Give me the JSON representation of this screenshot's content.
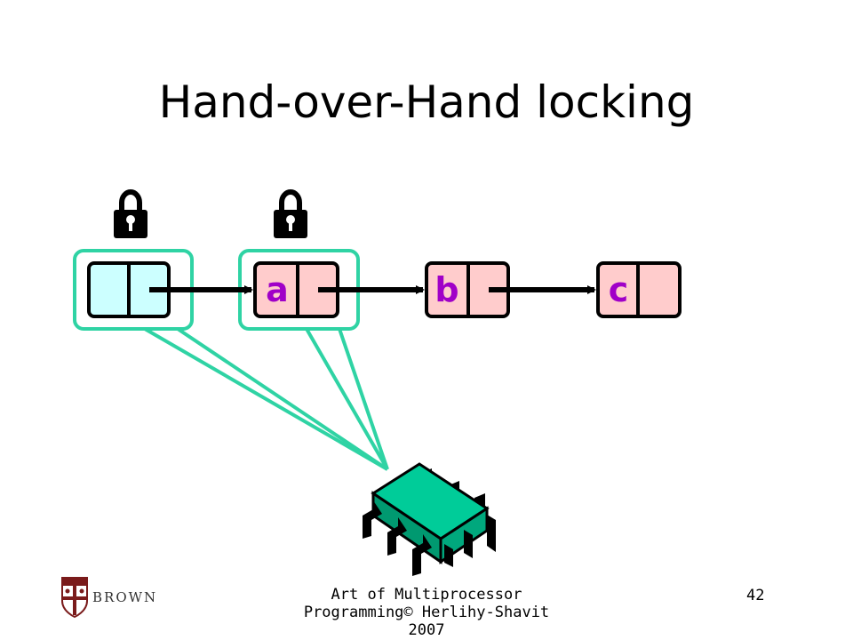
{
  "slide": {
    "title": "Hand-over-Hand locking",
    "footer_text": "Art of Multiprocessor Programming© Herlihy-Shavit 2007",
    "page_number": "42",
    "logo_text": "BROWN"
  },
  "list": {
    "nodes": [
      {
        "label": "",
        "role": "sentinel-head"
      },
      {
        "label": "a",
        "role": "node"
      },
      {
        "label": "b",
        "role": "node"
      },
      {
        "label": "c",
        "role": "node"
      }
    ],
    "locked_nodes": [
      0,
      1
    ]
  },
  "icons": [
    "padlock-icon",
    "cpu-chip-icon",
    "brown-crest-icon"
  ],
  "colors": {
    "sentinel_fill": "#ccffff",
    "node_fill": "#ffcccc",
    "lock_highlight": "#2fd3a4",
    "node_label": "#a000c8",
    "chip_body": "#00cc99"
  }
}
